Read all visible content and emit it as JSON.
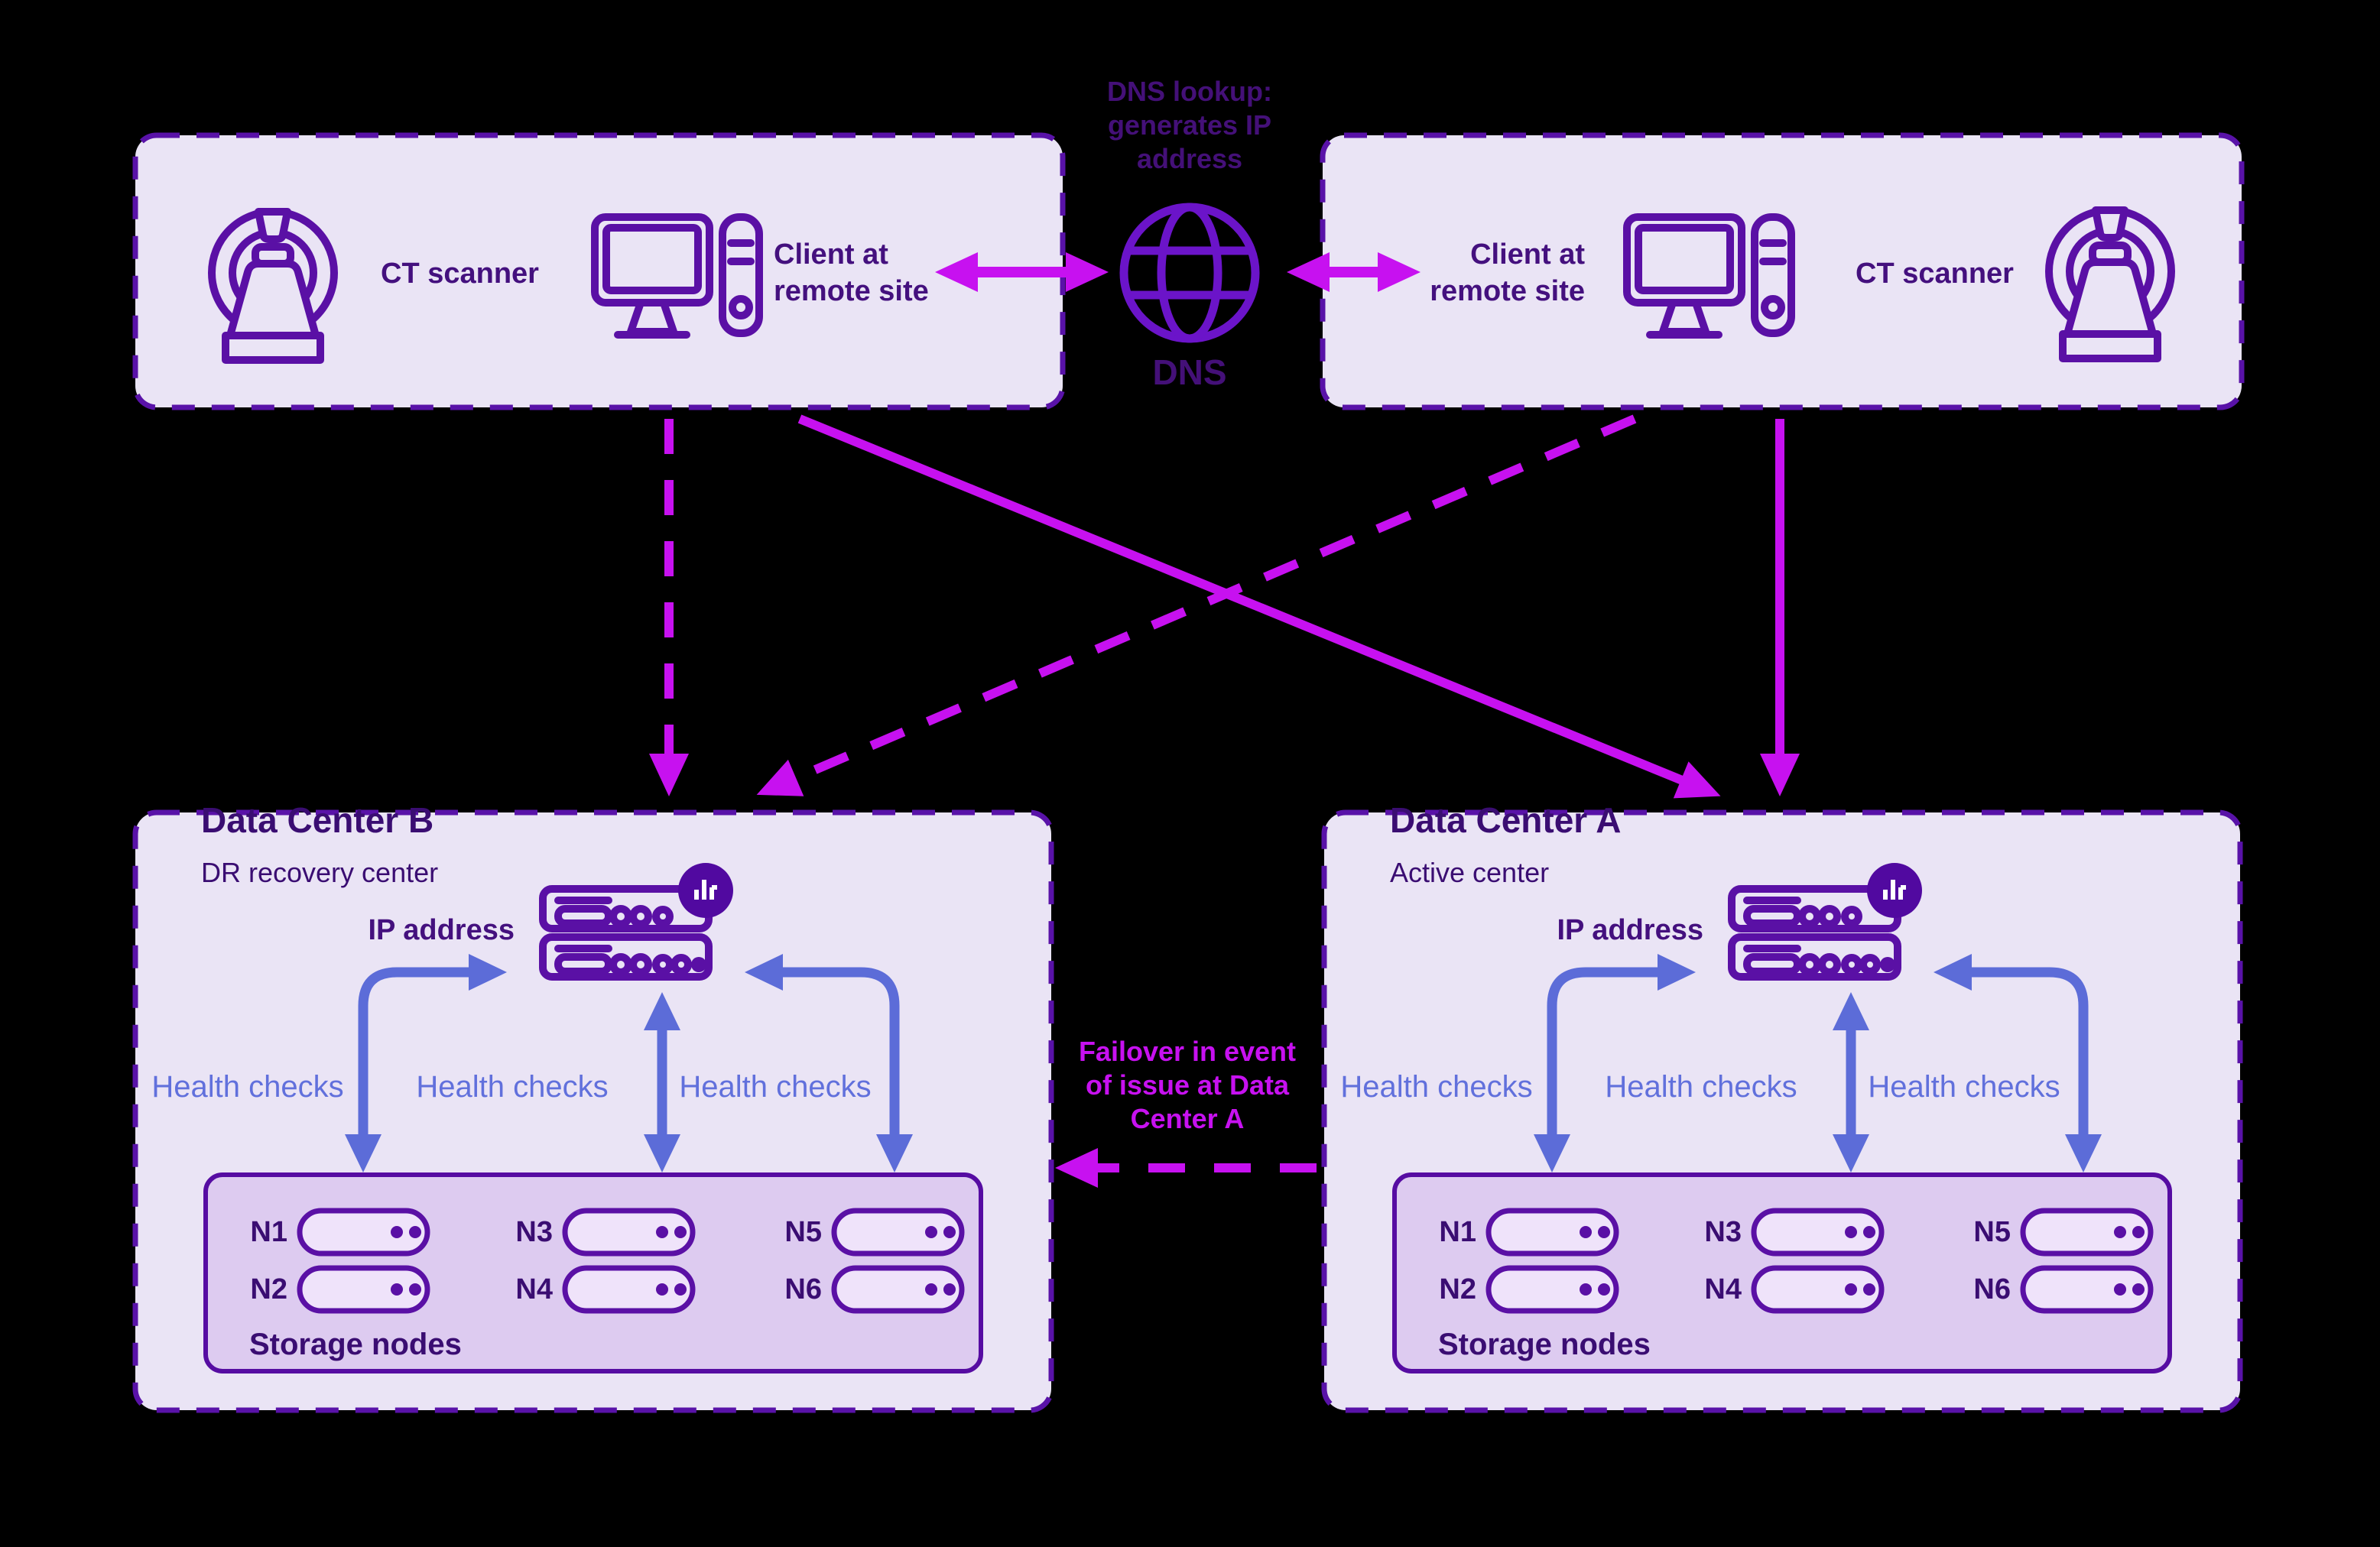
{
  "colors": {
    "background": "#000000",
    "magenta": "#C711F0",
    "purpleDark": "#5A10A5",
    "border": "#5912A8",
    "boxFill": "#EAE4F5",
    "titleText": "#3A0D72",
    "bodyText": "#44107E",
    "dnsIcon": "#6B14C9",
    "dnsText": "#441078",
    "blue": "#5C6CD8",
    "blueText": "#6170DC",
    "storageFill": "#DDCBF0",
    "storageBorder": "#560CA2",
    "pillFill": "#EFE3FA",
    "badgeFill": "#5109A0",
    "badgeGlyph": "#FFFFFF"
  },
  "dns": {
    "note": "DNS lookup: generates IP address",
    "label": "DNS"
  },
  "sites": [
    {
      "ct_label": "CT scanner",
      "client_label": "Client at remote site"
    },
    {
      "client_label": "Client at remote site",
      "ct_label": "CT scanner"
    }
  ],
  "datacenters": [
    {
      "name": "Data Center B",
      "role": "DR recovery center",
      "ip_label": "IP address",
      "health_checks": [
        "Health checks",
        "Health checks",
        "Health checks"
      ],
      "nodes": [
        "N1",
        "N2",
        "N3",
        "N4",
        "N5",
        "N6"
      ],
      "storage_label": "Storage nodes"
    },
    {
      "name": "Data Center A",
      "role": "Active center",
      "ip_label": "IP address",
      "health_checks": [
        "Health checks",
        "Health checks",
        "Health checks"
      ],
      "nodes": [
        "N1",
        "N2",
        "N3",
        "N4",
        "N5",
        "N6"
      ],
      "storage_label": "Storage nodes"
    }
  ],
  "failover": {
    "note": "Failover in event of issue at Data Center A"
  },
  "icons": {
    "dns": "globe-icon",
    "site": "ct-scanner-icon",
    "client": "desktop-computer-icon",
    "load_balancer": "server-stack-icon",
    "badge": "load-balancer-badge-icon",
    "storage_node": "storage-node-pill"
  }
}
